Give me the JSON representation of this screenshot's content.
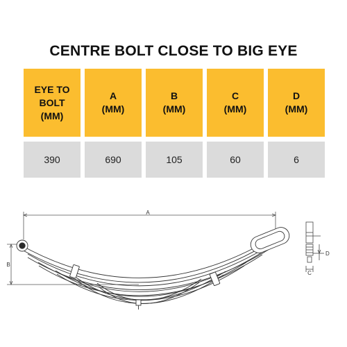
{
  "title": "CENTRE BOLT CLOSE TO BIG EYE",
  "table": {
    "headers": [
      "EYE TO\nBOLT\n(MM)",
      "A\n(MM)",
      "B\n(MM)",
      "C\n(MM)",
      "D\n(MM)"
    ],
    "values": [
      "390",
      "690",
      "105",
      "60",
      "6"
    ]
  },
  "diagram": {
    "labels": {
      "a": "A",
      "b": "B",
      "c": "C",
      "d": "D"
    }
  },
  "colors": {
    "header_bg": "#fbbd2f",
    "value_bg": "#dbdbdb"
  }
}
